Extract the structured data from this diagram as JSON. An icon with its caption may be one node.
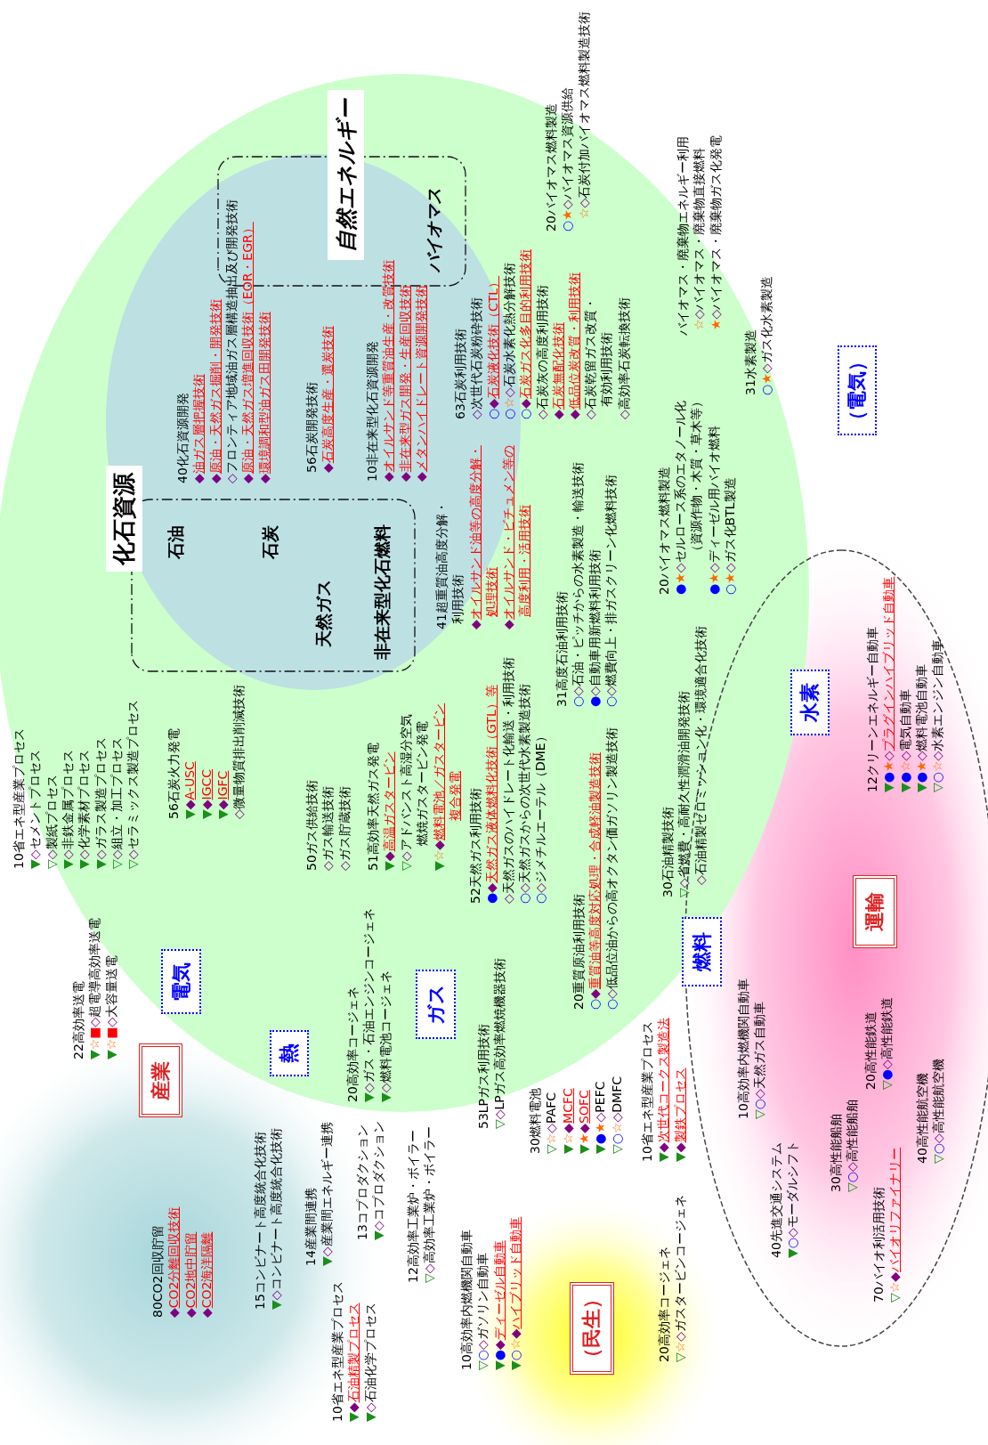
{
  "diagram": {
    "nodes": [
      {
        "text": [
          "化石資源"
        ]
      },
      {
        "text": [
          "石油",
          "石炭",
          "天然ガス",
          "非在来型化石燃料"
        ]
      },
      {
        "text": [
          "自然エネルギー"
        ]
      },
      {
        "text": [
          "バイオマス"
        ]
      },
      {
        "text": [
          "産業"
        ]
      },
      {
        "text": [
          "電気"
        ]
      },
      {
        "text": [
          "熱"
        ]
      },
      {
        "text": [
          "ガス"
        ]
      },
      {
        "text": [
          "燃料"
        ]
      },
      {
        "text": [
          "水素"
        ]
      },
      {
        "text": [
          "運輸"
        ]
      },
      {
        "text": [
          "（民生）"
        ]
      },
      {
        "text": [
          "（電気）"
        ]
      }
    ],
    "labels": [
      "40化石資源開発",
      "◆油ガス層把握技術",
      "◆原油・天然ガス掘削・開発技術",
      "◇フロンティア地域油ガス層構造抽出及び開発技術",
      "◆原油・天然ガス増進回収技術（EOR・EGR）",
      "◆環境調和型油ガス田開発技術",
      "56石炭開発技術",
      "◆石炭高度生産・選炭技術",
      "10非在来型化石資源開発",
      "◆オイルサンド等重質油生産・改質技術",
      "◆非在来型ガス開発・生産回収技術",
      "◆メタンハイドレート資源開発技術",
      "63石炭利用技術",
      "◇次世代石炭粉砕技術",
      "○◆石炭液化技術（CTL）",
      "○☆◇石炭水素化熱分解技術",
      "○◆石炭ガス化多目的利用技術",
      "◇石炭灰の高度利用技術",
      "◆石炭無配化技術",
      "◆低品位炭改質・利用技術",
      "◇石炭乾留ガス改質・有効利用技術",
      "◇高効率石炭転換技術",
      "20バイオマス燃料製造",
      "○★◇バイオマス資源供給",
      "☆◇石炭付加バイオマス燃料製造技術",
      "バイオマス・廃棄物エネルギー利用",
      "☆◇バイオマス・廃棄物直接燃料",
      "★◇バイオマス・廃棄物ガス化発電",
      "31水素製造",
      "○★◇ガス化水素製造",
      "10省エネ型産業プロセス",
      "▼◇セメントプロセス",
      "▽◇製紙プロセス",
      "▼◇非鉄金属プロセス",
      "▼◇化学素材プロセス",
      "▼◇ガラス製造プロセス",
      "▽◇組立・加工プロセス",
      "▽◇セラミックス製造プロセス",
      "56石炭火力発電",
      "▼◆A-USC",
      "▼◆IGCC",
      "▼◆IGFC",
      "◇微量物質排出削減技術",
      "50ガス供給技術",
      "◇ガス輸送技術",
      "◇ガス貯蔵技術",
      "51高効率天然ガス発電",
      "▼◆高温ガスタービン",
      "▽◇アドバンスト高湿分空気燃焼ガスタービン発電",
      "▼☆◆燃料電池／ガスタービン複合発電",
      "41超重質油高度分解・利用技術",
      "◆オイルサンド油等の高度分解・処理技術",
      "◆オイルサンド・ビチュメン等の高度利用・活用技術",
      "52天然ガス利用技術",
      "●◆天然ガス液体燃料化技術（GTL）等",
      "◇天然ガスのハイドレート化輸送・利用技術",
      "○◇天然ガスからの次世代水素製造技術",
      "○◇ジメチルエーテル（DME）",
      "31高度石油利用技術",
      "○◇石油・ピッチからの水素製造・輸送技術",
      "●◇自動車用新燃料利用技術",
      "○◇燃費向上・排ガスクリーン化燃料技術",
      "20バイオマス燃料製造",
      "●★◇セルロース系のエタノール化（資源作物・木質・草木等）",
      "●★◇ディーゼル用バイオ燃料",
      "○★◇ガス化BTL製造",
      "20重質原油利用技術",
      "○◆重質油等高度対応処理・合成軽油製造技術",
      "○◇低品位油からの高オクタン価ガソリン製造技術",
      "30石油精製技術",
      "▽◇省燃費・高耐久性潤滑油開発技術",
      "◇石油精製ゼロミッション化・環境適合化技術",
      "12クリーンエネルギー自動車",
      "▼●★◇プラグインハイブリッド自動車",
      "▼●☆◇電気自動車",
      "▼●★◇燃料電池自動車",
      "▽○☆◇水素エンジン自動車",
      "22高効率送電",
      "▼☆■◇超電導高効率送電",
      "▼☆■◇大容量送電",
      "20高効率コージェネ",
      "▼◇ガス・石油エンジンコージェネ",
      "▼◇燃料電池コージェネ",
      "53LPガス利用技術",
      "▽◇LPガス高効率燃焼機器技術",
      "80CO2回収貯留",
      "◆CO2分離回収技術",
      "◆CO2地中貯留",
      "◆CO2海洋隔離",
      "15コンビナート高度統合化技術",
      "▼◇コンビナート高度統合化技術",
      "14産業間連携",
      "▼◇産業間エネルギー連携",
      "10省エネ型産業プロセス",
      "▼◆石油精製プロセス",
      "▼◇石油化学プロセス",
      "13コプロダクション",
      "▼◇コプロダクション",
      "12高効率工業炉・ボイラー",
      "▽◇高効率工業炉・ボイラー",
      "10高効率内燃機関自動車",
      "▽○◇ガソリン自動車",
      "▼●◆ディーゼル自動車",
      "▼○☆◆ハイブリッド自動車",
      "30燃料電池",
      "▽☆◇PAFC",
      "▼☆◆MCFC",
      "▼★◆SOFC",
      "▼●★◇PEFC",
      "▽○☆◇DMFC",
      "10省エネ型産業プロセス",
      "▼◆次世代コークス製造法",
      "▼◆製鉄プロセス",
      "20高効率コージェネ",
      "▽☆◇ガスタービンコージェネ",
      "10高効率内燃機関自動車",
      "▽○◇天然ガス自動車",
      "40先進交通システム",
      "▼○◇モーダルシフト",
      "30高性能船舶",
      "▽○◇高性能船舶",
      "20高性能鉄道",
      "▽●◇高性能鉄道",
      "70バイオ利活用技術",
      "▽☆◆バイオリファイナリー",
      "40高性能航空機",
      "▽○◇高性能航空機"
    ]
  }
}
